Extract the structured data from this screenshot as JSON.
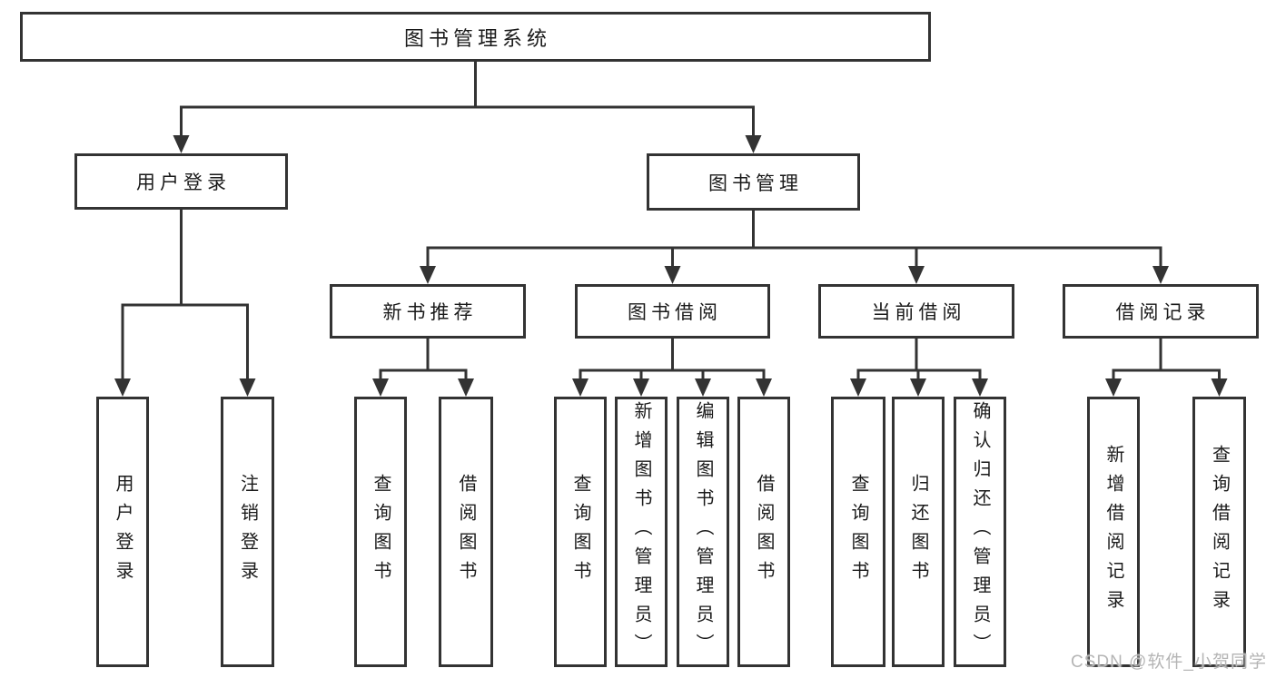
{
  "diagram": {
    "root": {
      "id": "root",
      "label": "图书管理系统"
    },
    "level1": [
      {
        "id": "user-login",
        "label": "用户登录"
      },
      {
        "id": "book-mgmt",
        "label": "图书管理"
      }
    ],
    "level2": [
      {
        "id": "new-book",
        "label": "新书推荐"
      },
      {
        "id": "book-borrow",
        "label": "图书借阅"
      },
      {
        "id": "current-borrow",
        "label": "当前借阅"
      },
      {
        "id": "borrow-records",
        "label": "借阅记录"
      }
    ],
    "leaves": [
      {
        "id": "leaf-user-login",
        "label": "用户登录"
      },
      {
        "id": "leaf-logout",
        "label": "注销登录"
      },
      {
        "id": "leaf-nb-query",
        "label": "查询图书"
      },
      {
        "id": "leaf-nb-borrow",
        "label": "借阅图书"
      },
      {
        "id": "leaf-bb-query",
        "label": "查询图书"
      },
      {
        "id": "leaf-bb-add",
        "label": "新增图书（管理员）"
      },
      {
        "id": "leaf-bb-edit",
        "label": "编辑图书（管理员）"
      },
      {
        "id": "leaf-bb-borrow",
        "label": "借阅图书"
      },
      {
        "id": "leaf-cb-query",
        "label": "查询图书"
      },
      {
        "id": "leaf-cb-return",
        "label": "归还图书"
      },
      {
        "id": "leaf-cb-confirm",
        "label": "确认归还（管理员）"
      },
      {
        "id": "leaf-br-add",
        "label": "新增借阅记录"
      },
      {
        "id": "leaf-br-query",
        "label": "查询借阅记录"
      }
    ],
    "edges": [
      {
        "from": "root",
        "to": [
          "user-login",
          "book-mgmt"
        ],
        "splitY": 118
      },
      {
        "from": "user-login",
        "to": [
          "leaf-user-login",
          "leaf-logout"
        ],
        "splitY": 336
      },
      {
        "from": "book-mgmt",
        "to": [
          "new-book",
          "book-borrow",
          "current-borrow",
          "borrow-records"
        ],
        "splitY": 273
      },
      {
        "from": "new-book",
        "to": [
          "leaf-nb-query",
          "leaf-nb-borrow"
        ],
        "splitY": 408
      },
      {
        "from": "book-borrow",
        "to": [
          "leaf-bb-query",
          "leaf-bb-add",
          "leaf-bb-edit",
          "leaf-bb-borrow"
        ],
        "splitY": 408
      },
      {
        "from": "current-borrow",
        "to": [
          "leaf-cb-query",
          "leaf-cb-return",
          "leaf-cb-confirm"
        ],
        "splitY": 408
      },
      {
        "from": "borrow-records",
        "to": [
          "leaf-br-add",
          "leaf-br-query"
        ],
        "splitY": 408
      }
    ]
  },
  "watermark": {
    "text": "CSDN @软件_小贺同学",
    "color": "#b5b5b5"
  },
  "colors": {
    "line": "#333333",
    "box_border": "#333333",
    "text": "#1a1a1a",
    "background": "#ffffff"
  }
}
